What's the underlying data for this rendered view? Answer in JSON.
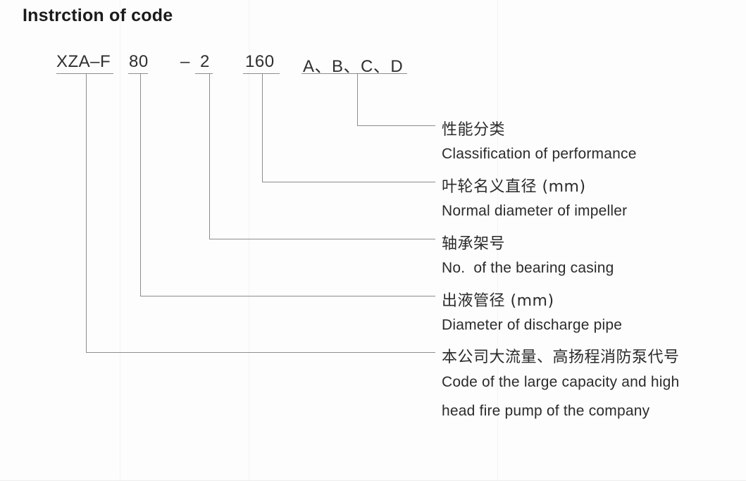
{
  "page": {
    "title": "Instrction of code",
    "background_color": "#fdfdfd",
    "line_color": "#8d8d8d",
    "text_color": "#2b2b2b"
  },
  "code": {
    "segments": [
      {
        "id": "series",
        "text": "XZA–F"
      },
      {
        "id": "discharge-diameter",
        "text": "80"
      },
      {
        "id": "separator-dash",
        "text": "–"
      },
      {
        "id": "bearing-casing-no",
        "text": "2"
      },
      {
        "id": "impeller-diameter",
        "text": "160"
      },
      {
        "id": "performance-class",
        "text": "A、B、C、D"
      }
    ]
  },
  "callouts": [
    {
      "id": "performance-class",
      "cn": "性能分类",
      "en": "Classification of performance"
    },
    {
      "id": "impeller-diameter",
      "cn": "叶轮名义直径 (mm)",
      "en": "Normal diameter of impeller"
    },
    {
      "id": "bearing-casing-no",
      "cn": "轴承架号",
      "en": "No.  of the bearing casing"
    },
    {
      "id": "discharge-pipe-diameter",
      "cn": "出液管径 (mm)",
      "en": "Diameter of discharge pipe"
    },
    {
      "id": "company-code",
      "cn": "本公司大流量、高扬程消防泵代号",
      "en": "Code of the large capacity and high",
      "en2": "head fire pump of the company"
    }
  ]
}
